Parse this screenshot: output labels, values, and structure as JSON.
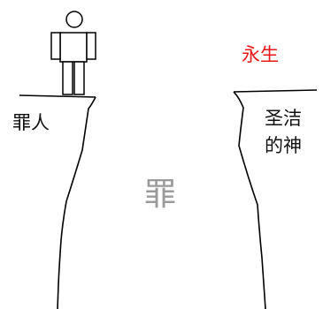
{
  "labels": {
    "sinner": "罪人",
    "holy_god": "圣洁的神",
    "eternal_life": "永生",
    "sin": "罪"
  },
  "colors": {
    "line": "#000000",
    "eternal_life": "#e8191b",
    "sin": "#9a9a9a",
    "text": "#111111",
    "background": "#ffffff"
  },
  "icons": {
    "figure": "stick-person-icon"
  }
}
